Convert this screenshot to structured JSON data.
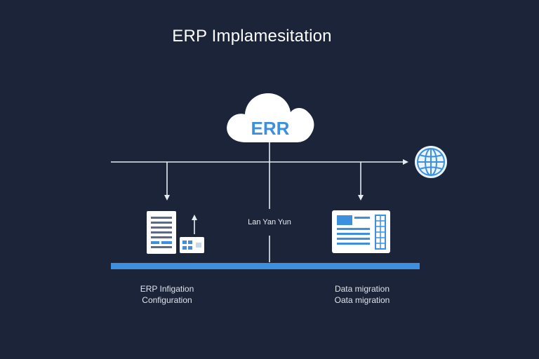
{
  "title": "ERP Implamesitation",
  "cloud": {
    "label": "ERR"
  },
  "center": {
    "label": "Lan Yan Yun"
  },
  "left": {
    "line1": "ERP Infigation",
    "line2": "Configuration"
  },
  "right": {
    "line1": "Data migration",
    "line2": "Oata migration"
  },
  "colors": {
    "background": "#1b2438",
    "accent": "#3d8fe0",
    "line": "#e6ebf2",
    "icon_fill": "#ffffff"
  },
  "icons": [
    "cloud-icon",
    "globe-icon",
    "document-icon",
    "server-rack-icon",
    "monitor-dashboard-icon",
    "arrow-down-icon",
    "arrow-up-icon",
    "arrow-right-icon"
  ]
}
